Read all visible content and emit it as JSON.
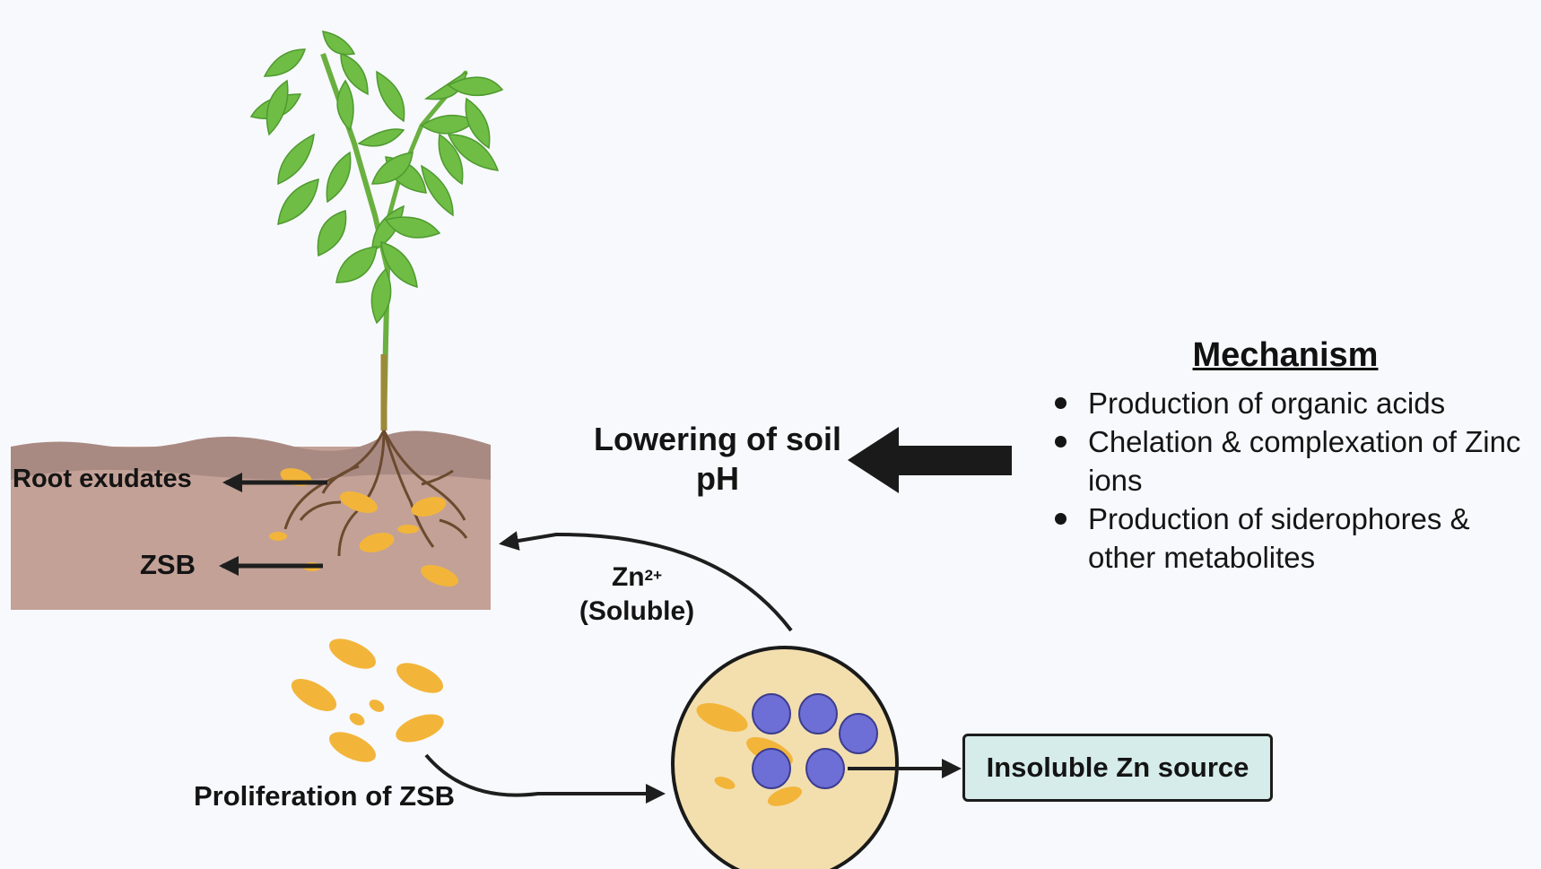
{
  "diagram": {
    "soil_labels": {
      "root_exudates": "Root exudates",
      "zsb": "ZSB"
    },
    "center": {
      "lowering": "Lowering of soil pH",
      "zn_ion": "Zn",
      "zn_charge": "2+",
      "zn_state": "(Soluble)"
    },
    "bottom": {
      "proliferation": "Proliferation of ZSB",
      "insoluble_source": "Insoluble Zn source"
    },
    "mechanism": {
      "title": "Mechanism",
      "items": [
        "Production of organic acids",
        "Chelation & complexation of Zinc ions",
        "Production of siderophores & other metabolites"
      ]
    },
    "colors": {
      "soil_top": "#a88a83",
      "soil_body": "#c3a197",
      "bacteria": "#f2b53a",
      "zinc_particle": "#6d6fd6",
      "cell_fill": "#f3dfae",
      "box_fill": "#d6ecea",
      "leaf": "#6fbd45"
    }
  }
}
